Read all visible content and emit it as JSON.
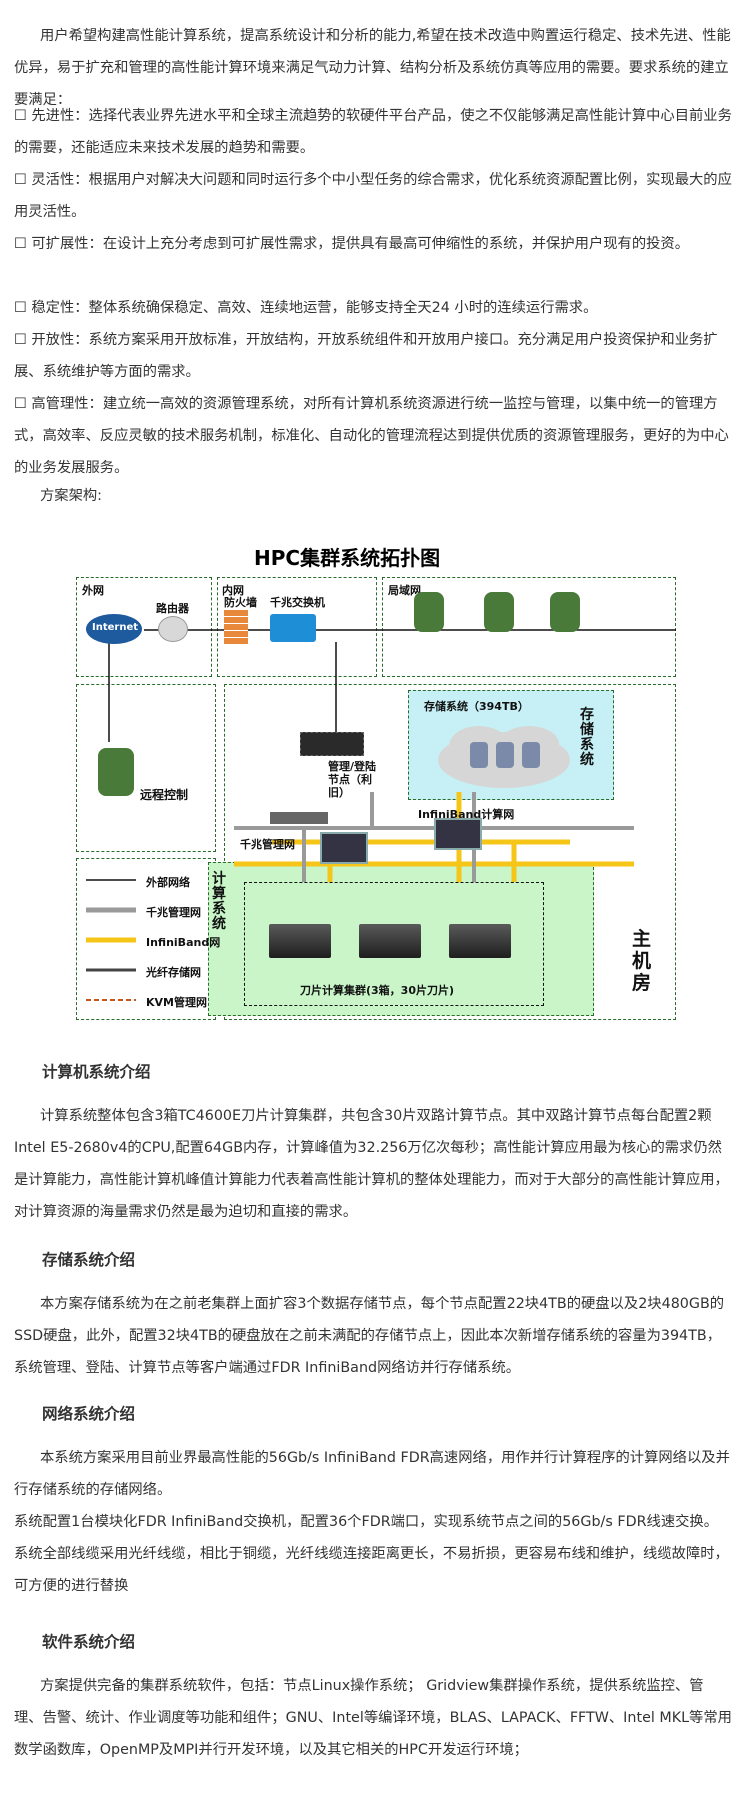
{
  "intro": [
    "用户希望构建高性能计算系统，提高系统设计和分析的能力,希望在技术改造中购置运行稳定、技术先进、性能优异，易于扩充和管理的高性能计算环境来满足气动力计算、结构分析及系统仿真等应用的需要。要求系统的建立要满足：",
    "☐ 先进性：选择代表业界先进水平和全球主流趋势的软硬件平台产品，使之不仅能够满足高性能计算中心目前业务的需要，还能适应未来技术发展的趋势和需要。",
    "☐ 灵活性：根据用户对解决大问题和同时运行多个中小型任务的综合需求，优化系统资源配置比例，实现最大的应用灵活性。",
    "☐ 可扩展性：在设计上充分考虑到可扩展性需求，提供具有最高可伸缩性的系统，并保护用户现有的投资。",
    "☐ 稳定性：整体系统确保稳定、高效、连续地运营，能够支持全天24 小时的连续运行需求。",
    "☐ 开放性：系统方案采用开放标准，开放结构，开放系统组件和开放用户接口。充分满足用户投资保护和业务扩展、系统维护等方面的需求。",
    "☐ 高管理性：建立统一高效的资源管理系统，对所有计算机系统资源进行统一监控与管理，以集中统一的管理方式，高效率、反应灵敏的技术服务机制，标准化、自动化的管理流程达到提供优质的资源管理服务，更好的为中心的业务发展服务。"
  ],
  "arch_label": "方案架构:",
  "diagram": {
    "title": "HPC集群系统拓扑图",
    "zone_wan": "外网",
    "zone_lan_inner": "内网",
    "zone_lan": "局域网",
    "internet": "Internet",
    "router": "路由器",
    "firewall": "防火墙",
    "switch": "千兆交换机",
    "remote": "远程控制",
    "storage": "存储系统（394TB）",
    "storage_side": "存储系统",
    "mgmt_node": "管理/登陆节点（利旧）",
    "gige_net": "千兆管理网",
    "ib_net": "InfiniBand计算网",
    "compute_side": "计算系统",
    "blade": "刀片计算集群(3箱，30片刀片)",
    "machine_room": "主机房",
    "legend": [
      "外部网络",
      "千兆管理网",
      "InfiniBand网",
      "光纤存储网",
      "KVM管理网"
    ],
    "colors": {
      "ib": "#f5c518",
      "gige": "#9a9a9a",
      "zone": "#2a6a2a",
      "compute_bg": "#c9f5c9",
      "storage_bg": "#c6f0f5",
      "kvm": "#c8541e"
    }
  },
  "sections": [
    {
      "title": "计算机系统介绍",
      "body": [
        "计算系统整体包含3箱TC4600E刀片计算集群，共包含30片双路计算节点。其中双路计算节点每台配置2颗Intel E5-2680v4的CPU,配置64GB内存，计算峰值为32.256万亿次每秒；高性能计算应用最为核心的需求仍然是计算能力，高性能计算机峰值计算能力代表着高性能计算机的整体处理能力，而对于大部分的高性能计算应用，对计算资源的海量需求仍然是最为迫切和直接的需求。"
      ]
    },
    {
      "title": "存储系统介绍",
      "body": [
        "本方案存储系统为在之前老集群上面扩容3个数据存储节点，每个节点配置22块4TB的硬盘以及2块480GB的SSD硬盘，此外，配置32块4TB的硬盘放在之前未满配的存储节点上，因此本次新增存储系统的容量为394TB，系统管理、登陆、计算节点等客户端通过FDR InfiniBand网络访并行存储系统。"
      ]
    },
    {
      "title": "网络系统介绍",
      "body": [
        "本系统方案采用目前业界最高性能的56Gb/s InfiniBand FDR高速网络，用作并行计算程序的计算网络以及并行存储系统的存储网络。",
        "系统配置1台模块化FDR InfiniBand交换机，配置36个FDR端口，实现系统节点之间的56Gb/s FDR线速交换。系统全部线缆采用光纤线缆，相比于铜缆，光纤线缆连接距离更长，不易折损，更容易布线和维护，线缆故障时，可方便的进行替换"
      ]
    },
    {
      "title": "软件系统介绍",
      "body": [
        "方案提供完备的集群系统软件，包括：节点Linux操作系统； Gridview集群操作系统，提供系统监控、管理、告警、统计、作业调度等功能和组件；GNU、Intel等编译环境，BLAS、LAPACK、FFTW、Intel MKL等常用数学函数库，OpenMP及MPI并行开发环境，以及其它相关的HPC开发运行环境；"
      ]
    }
  ]
}
